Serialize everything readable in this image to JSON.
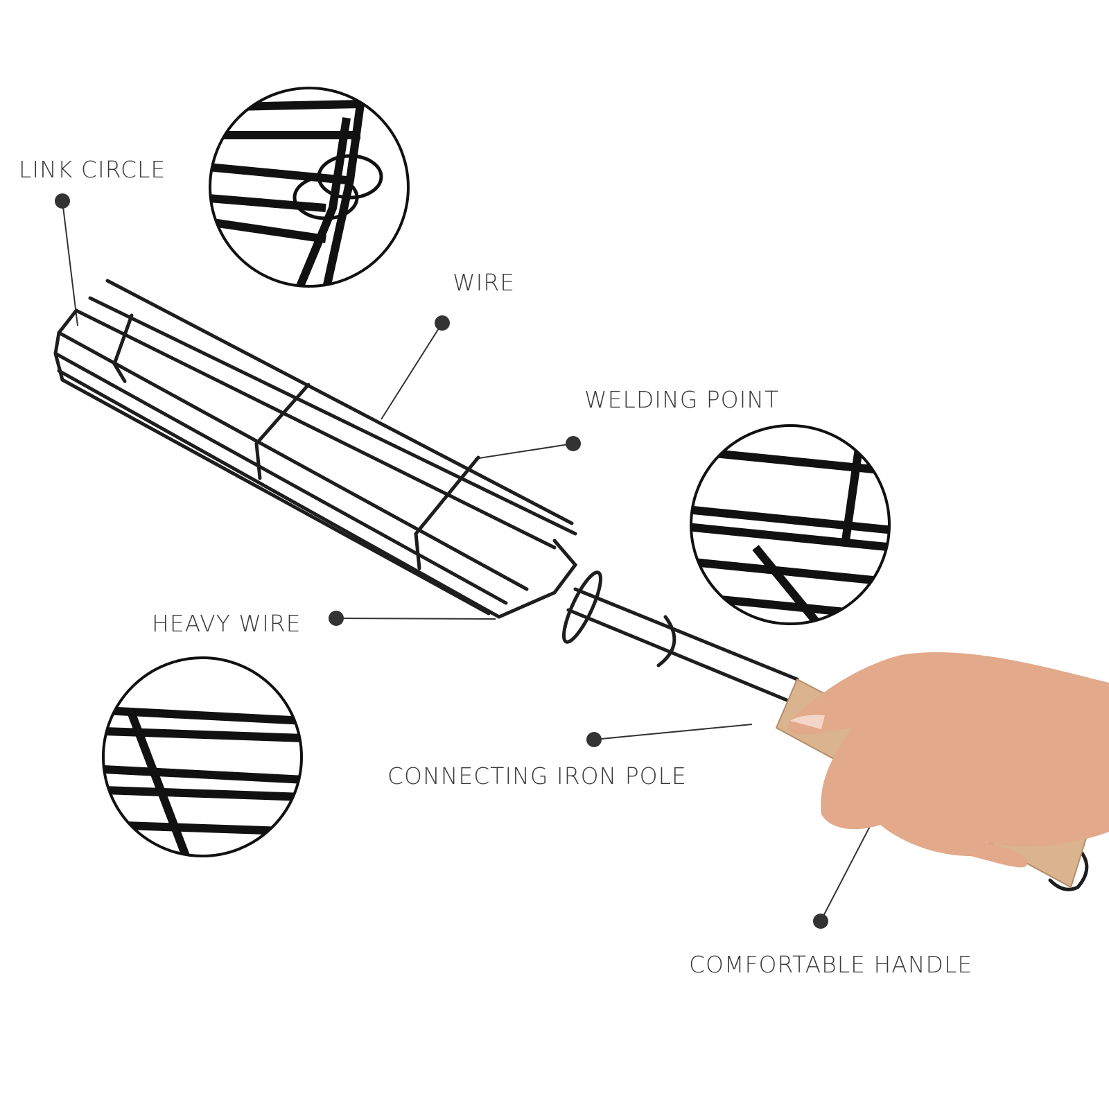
{
  "labels": {
    "link_circle": "LINK CIRCLE",
    "wire": "WIRE",
    "welding_point": "WELDING POINT",
    "heavy_wire": "HEAVY WIRE",
    "connecting_iron_pole": "CONNECTING IRON POLE",
    "comfortable_handle": "COMFORTABLE HANDLE"
  },
  "colors": {
    "wire": "#1e1e1e",
    "text": "#3a3a3a",
    "handle_wood": "#d9b48f",
    "skin": "#e2a98a"
  }
}
